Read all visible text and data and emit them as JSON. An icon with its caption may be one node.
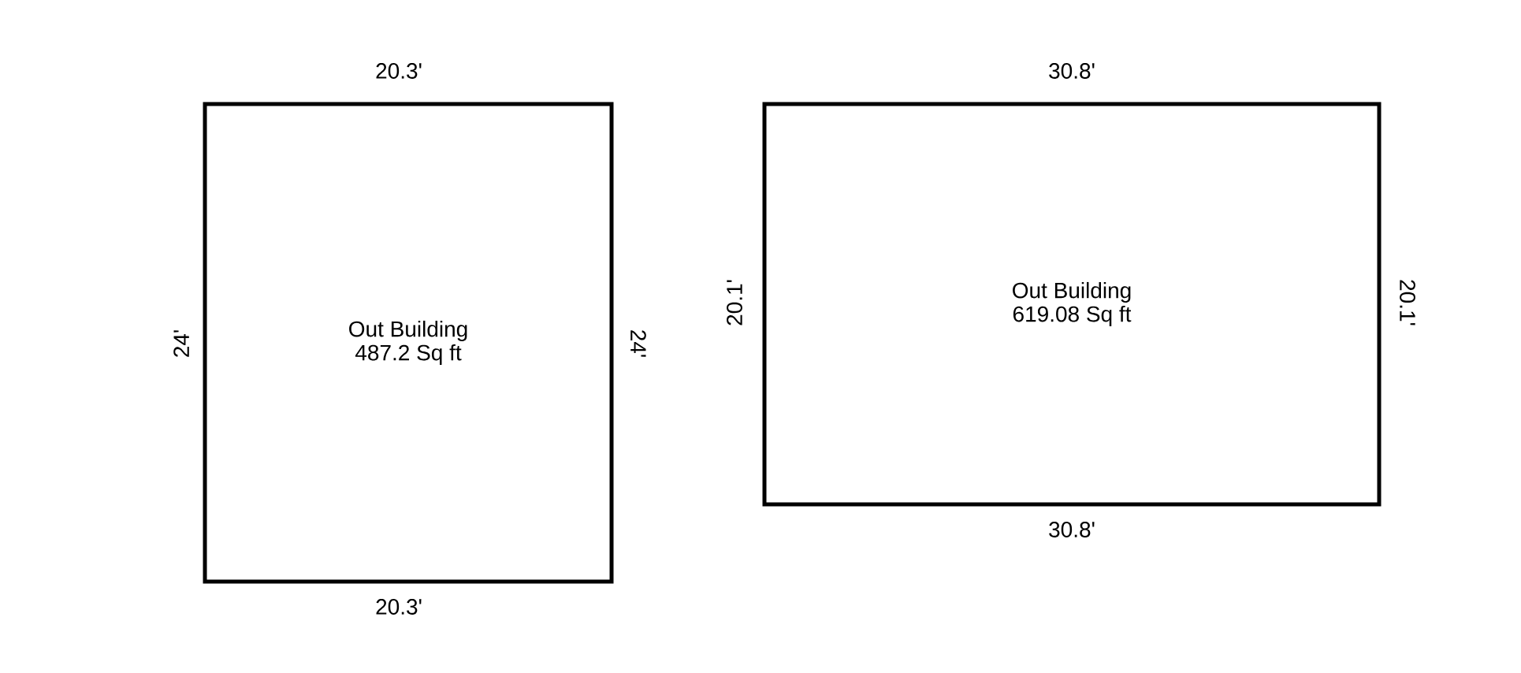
{
  "diagram": {
    "nodes": [
      {
        "text": [
          "Out Building",
          "487.2 Sq ft"
        ]
      },
      {
        "text": [
          "Out Building",
          "619.08 Sq ft"
        ]
      }
    ],
    "labels": [
      "20.3'",
      "30.8'",
      "24'",
      "24'",
      "20.1'",
      "20.1'",
      "30.8'",
      "20.3'"
    ]
  }
}
